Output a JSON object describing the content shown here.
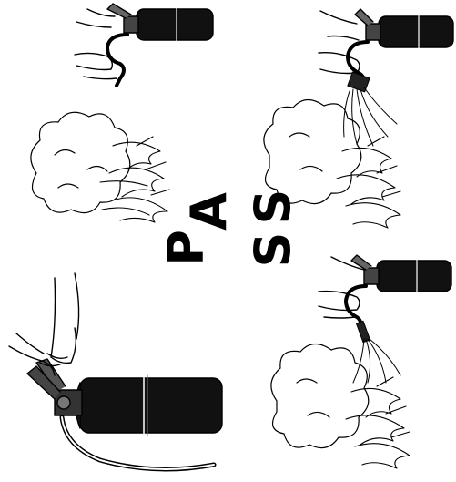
{
  "steps": {
    "pull": {
      "letter": "P"
    },
    "aim": {
      "letter": "A"
    },
    "squeeze": {
      "letter": "S"
    },
    "sweep": {
      "letter": "S"
    }
  },
  "colors": {
    "ink": "#000000",
    "background": "#ffffff",
    "extinguisher_body": "#111111"
  },
  "icons": [
    "fire-extinguisher-icon",
    "hand-icon",
    "smoke-cloud-icon",
    "flame-icon",
    "spray-icon"
  ]
}
